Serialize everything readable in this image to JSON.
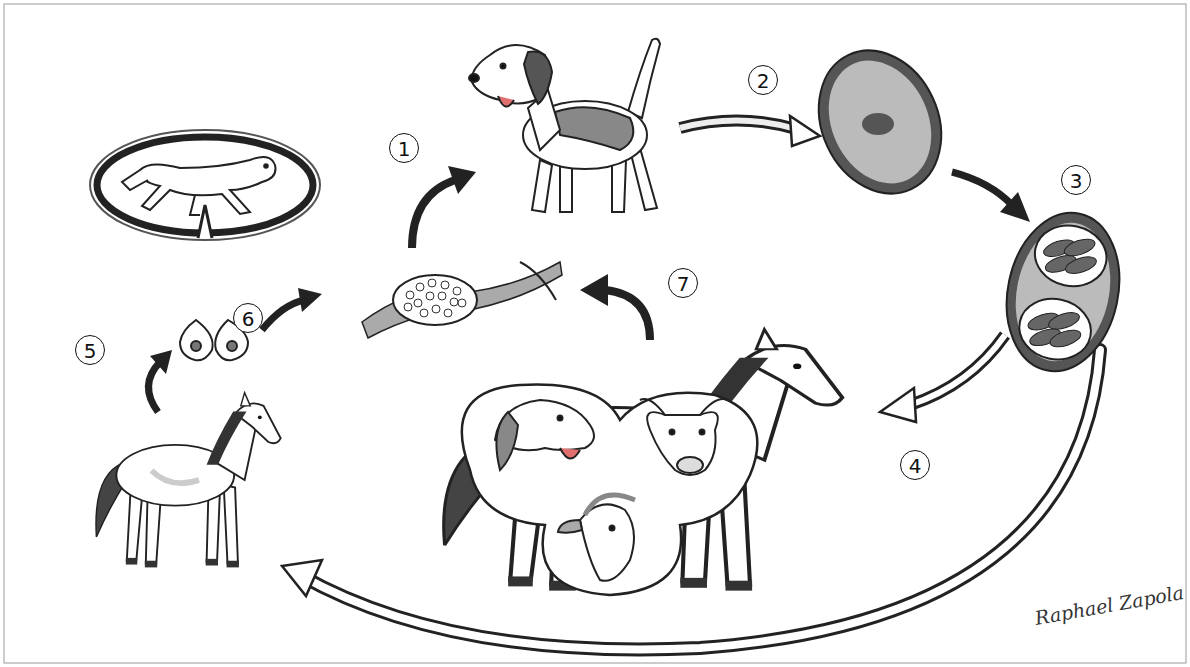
{
  "diagram": {
    "labels": [
      "1",
      "2",
      "3",
      "4",
      "5",
      "6",
      "7",
      "Raphael Zapola"
    ]
  }
}
